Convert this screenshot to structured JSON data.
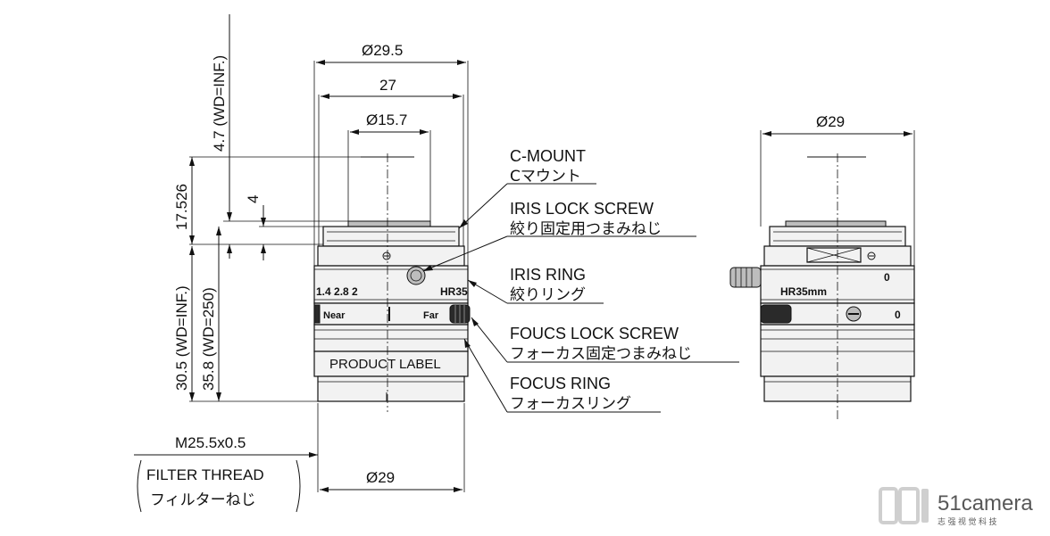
{
  "dimensions": {
    "dia_29_5": "Ø29.5",
    "dim_27": "27",
    "dia_15_7": "Ø15.7",
    "dim_4_7": "4.7 (WD=INF.)",
    "dim_17_526": "17.526",
    "dim_4": "4",
    "dim_30_5": "30.5 (WD=INF.)",
    "dim_35_8": "35.8 (WD=250)",
    "dia_29_bottom": "Ø29",
    "dia_29_side": "Ø29"
  },
  "callouts": {
    "c_mount": "C-MOUNT",
    "c_mount_jp": "Cマウント",
    "iris_lock": "IRIS LOCK SCREW",
    "iris_lock_jp": "絞り固定用つまみねじ",
    "iris_ring": "IRIS RING",
    "iris_ring_jp": "絞りリング",
    "focus_lock": "FOUCS LOCK SCREW",
    "focus_lock_jp": "フォーカス固定つまみねじ",
    "focus_ring": "FOCUS RING",
    "focus_ring_jp": "フォーカスリング",
    "thread": "M25.5x0.5",
    "filter_thread": "FILTER THREAD",
    "filter_thread_jp": "フィルターねじ"
  },
  "lens_markings": {
    "fstops": "1.4  2.8   2",
    "model_front": "HR35",
    "near": "Near",
    "far": "Far",
    "product_label": "PRODUCT LABEL",
    "model_side": "HR35mm",
    "zero_a": "0",
    "zero_b": "0"
  },
  "watermark": {
    "brand": "51camera",
    "sub": "志 强 视 觉 科 技"
  }
}
